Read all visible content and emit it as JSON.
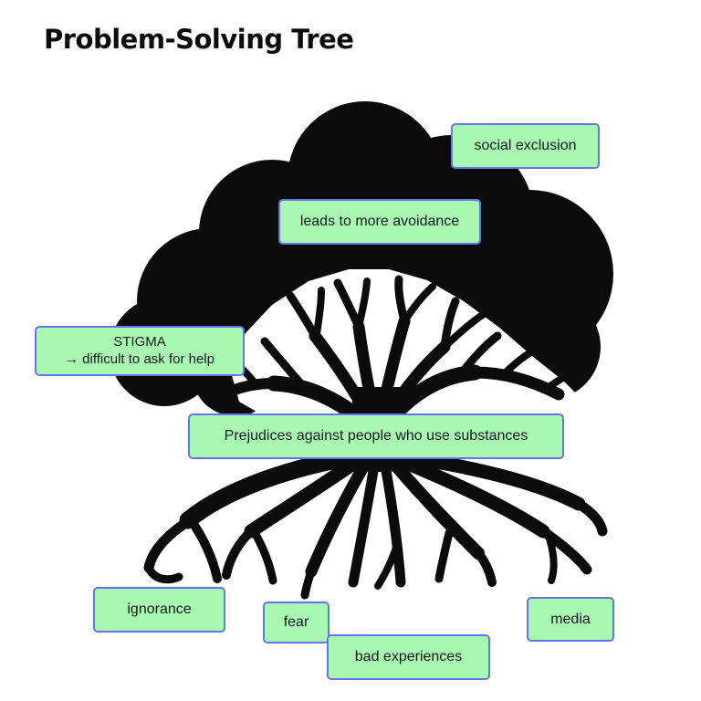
{
  "title": "Problem-Solving Tree",
  "colors": {
    "label_bg": "#a9f8b2",
    "label_border": "#6575f2",
    "tree": "#0b0b0b",
    "background": "#ffffff",
    "text": "#14181c"
  },
  "illustration": {
    "type": "black tree silhouette",
    "parts": [
      "canopy",
      "branches",
      "trunk",
      "roots"
    ]
  },
  "labels": {
    "social_exclusion": {
      "text": "social exclusion"
    },
    "avoidance": {
      "text": "leads to more avoidance"
    },
    "stigma": {
      "line1": "STIGMA",
      "line2": "→ difficult to ask for help"
    },
    "prejudices": {
      "text": "Prejudices against people who use substances"
    },
    "ignorance": {
      "text": "ignorance"
    },
    "fear": {
      "text": "fear"
    },
    "bad_experiences": {
      "text": "bad experiences"
    },
    "media": {
      "text": "media"
    }
  }
}
